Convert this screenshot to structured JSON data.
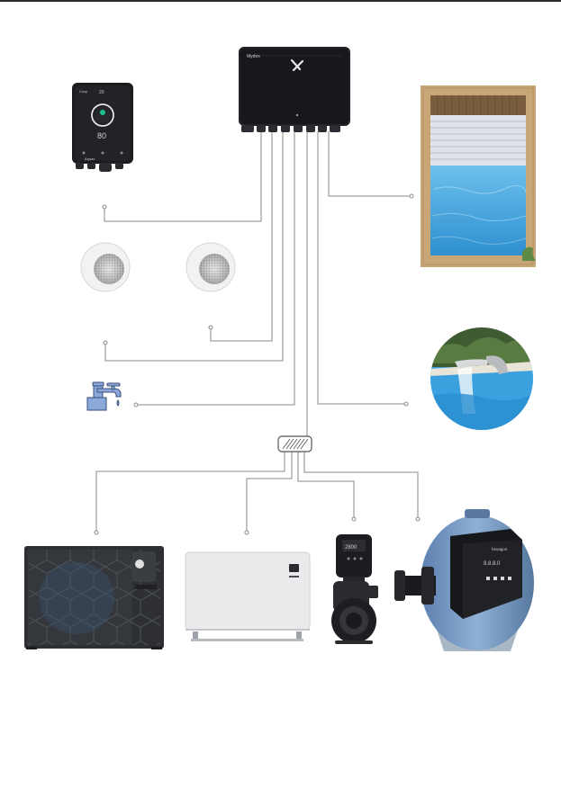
{
  "hub": {
    "brand": "Mydex"
  },
  "controller": {
    "status_left": "Cosy",
    "status_value": "20",
    "display_temp": "80",
    "brand": "Aquax"
  },
  "heat_pump": {},
  "chlorinator": {},
  "pump": {
    "display": "2800"
  },
  "filter": {
    "display": "8.8.8.0",
    "brand": "hexagon"
  },
  "colors": {
    "wire": "#8a8a8a",
    "hub": "#17181c",
    "controller": "#1b1c1f",
    "pool_water": "#4ea6de",
    "pool_deck": "#c9a675",
    "filter_tank": "#6d8fb8",
    "faucet": "#8aa8da"
  }
}
